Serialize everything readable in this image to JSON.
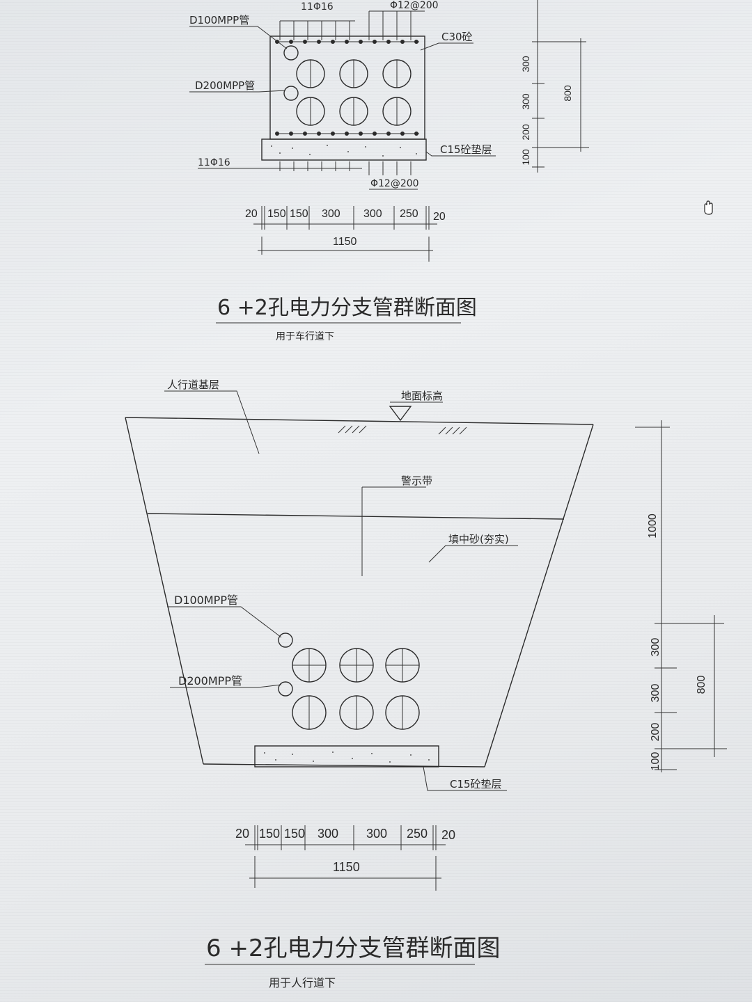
{
  "top_drawing": {
    "labels": {
      "d100": "D100MPP管",
      "d200": "D200MPP管",
      "rebar_top": "11Φ16",
      "stirrup_top": "Φ12@200",
      "concrete": "C30砼",
      "cushion": "C15砼垫层",
      "rebar_bottom": "11Φ16",
      "stirrup_bottom": "Φ12@200"
    },
    "vertical_dims": [
      "300",
      "300",
      "200",
      "100"
    ],
    "vertical_total": "800",
    "horizontal_dims": [
      "20",
      "150",
      "150",
      "300",
      "300",
      "250",
      "20"
    ],
    "horizontal_total": "1150",
    "title": "6 +2孔电力分支管群断面图",
    "subtitle": "用于车行道下"
  },
  "bottom_drawing": {
    "labels": {
      "base": "人行道基层",
      "ground": "地面标高",
      "warning": "警示带",
      "sand": "填中砂(夯实)",
      "d100": "D100MPP管",
      "d200": "D200MPP管",
      "cushion": "C15砼垫层"
    },
    "top_depth": "1000",
    "vertical_dims": [
      "300",
      "300",
      "200",
      "100"
    ],
    "vertical_total": "800",
    "horizontal_dims": [
      "20",
      "150",
      "150",
      "300",
      "300",
      "250",
      "20"
    ],
    "horizontal_total": "1150",
    "title": "6 +2孔电力分支管群断面图",
    "subtitle": "用于人行道下"
  },
  "icons": {
    "cursor": "hand-cursor-icon"
  }
}
